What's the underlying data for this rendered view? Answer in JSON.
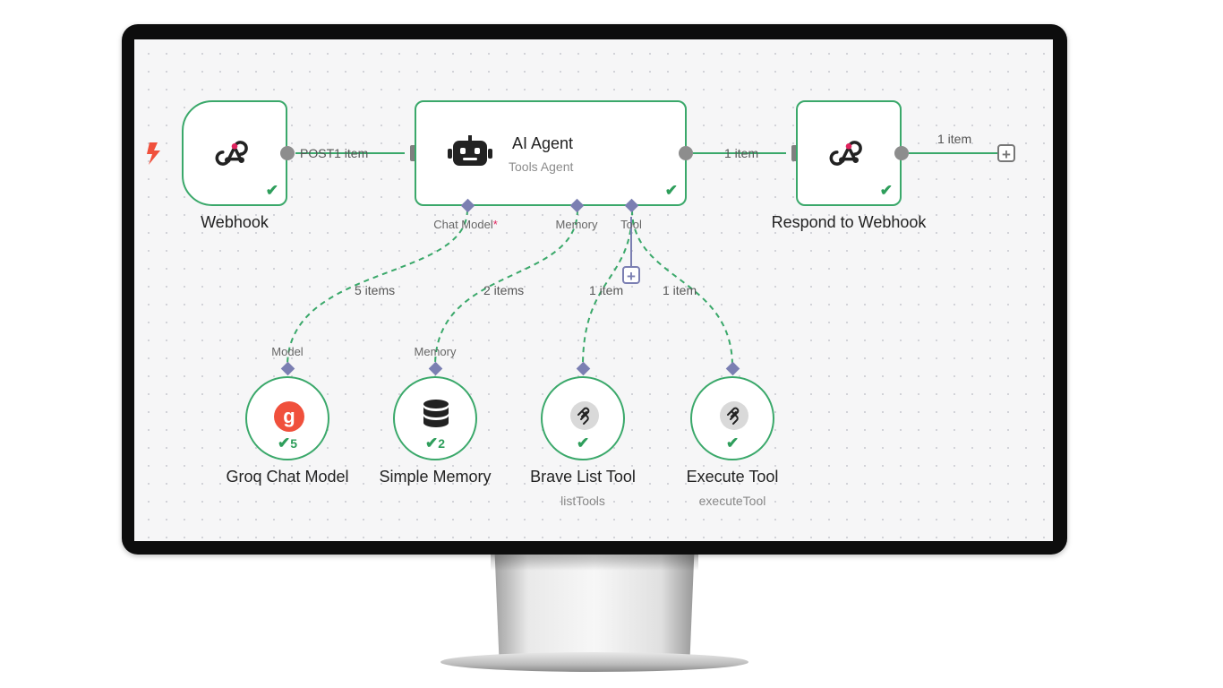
{
  "nodes": {
    "webhook": {
      "label": "Webhook"
    },
    "ai_agent": {
      "title": "AI Agent",
      "subtitle": "Tools Agent"
    },
    "respond": {
      "label": "Respond to Webhook"
    },
    "groq": {
      "label": "Groq Chat Model",
      "count": "5"
    },
    "memory": {
      "label": "Simple Memory",
      "count": "2"
    },
    "brave": {
      "label": "Brave List Tool",
      "sub": "listTools"
    },
    "execute": {
      "label": "Execute Tool",
      "sub": "executeTool"
    }
  },
  "ports": {
    "chat_model": "Chat Model",
    "required_mark": "*",
    "memory": "Memory",
    "tool": "Tool",
    "model_in": "Model",
    "memory_in": "Memory"
  },
  "edges": {
    "webhook_method": "POST",
    "webhook_out": "1 item",
    "agent_out": "1 item",
    "respond_out": "1 item",
    "groq": "5 items",
    "memory": "2 items",
    "brave": "1 item",
    "execute": "1 item"
  },
  "icons": {
    "trigger": "lightning-icon",
    "webhook": "webhook-icon",
    "agent": "robot-icon",
    "groq": "groq-logo-icon",
    "memory": "database-icon",
    "tool": "mcp-icon",
    "add": "plus-icon",
    "success": "check-icon"
  },
  "colors": {
    "accent": "#3aa86a",
    "port": "#7b7fb2",
    "trigger": "#f0503c",
    "groq": "#f0503c"
  }
}
